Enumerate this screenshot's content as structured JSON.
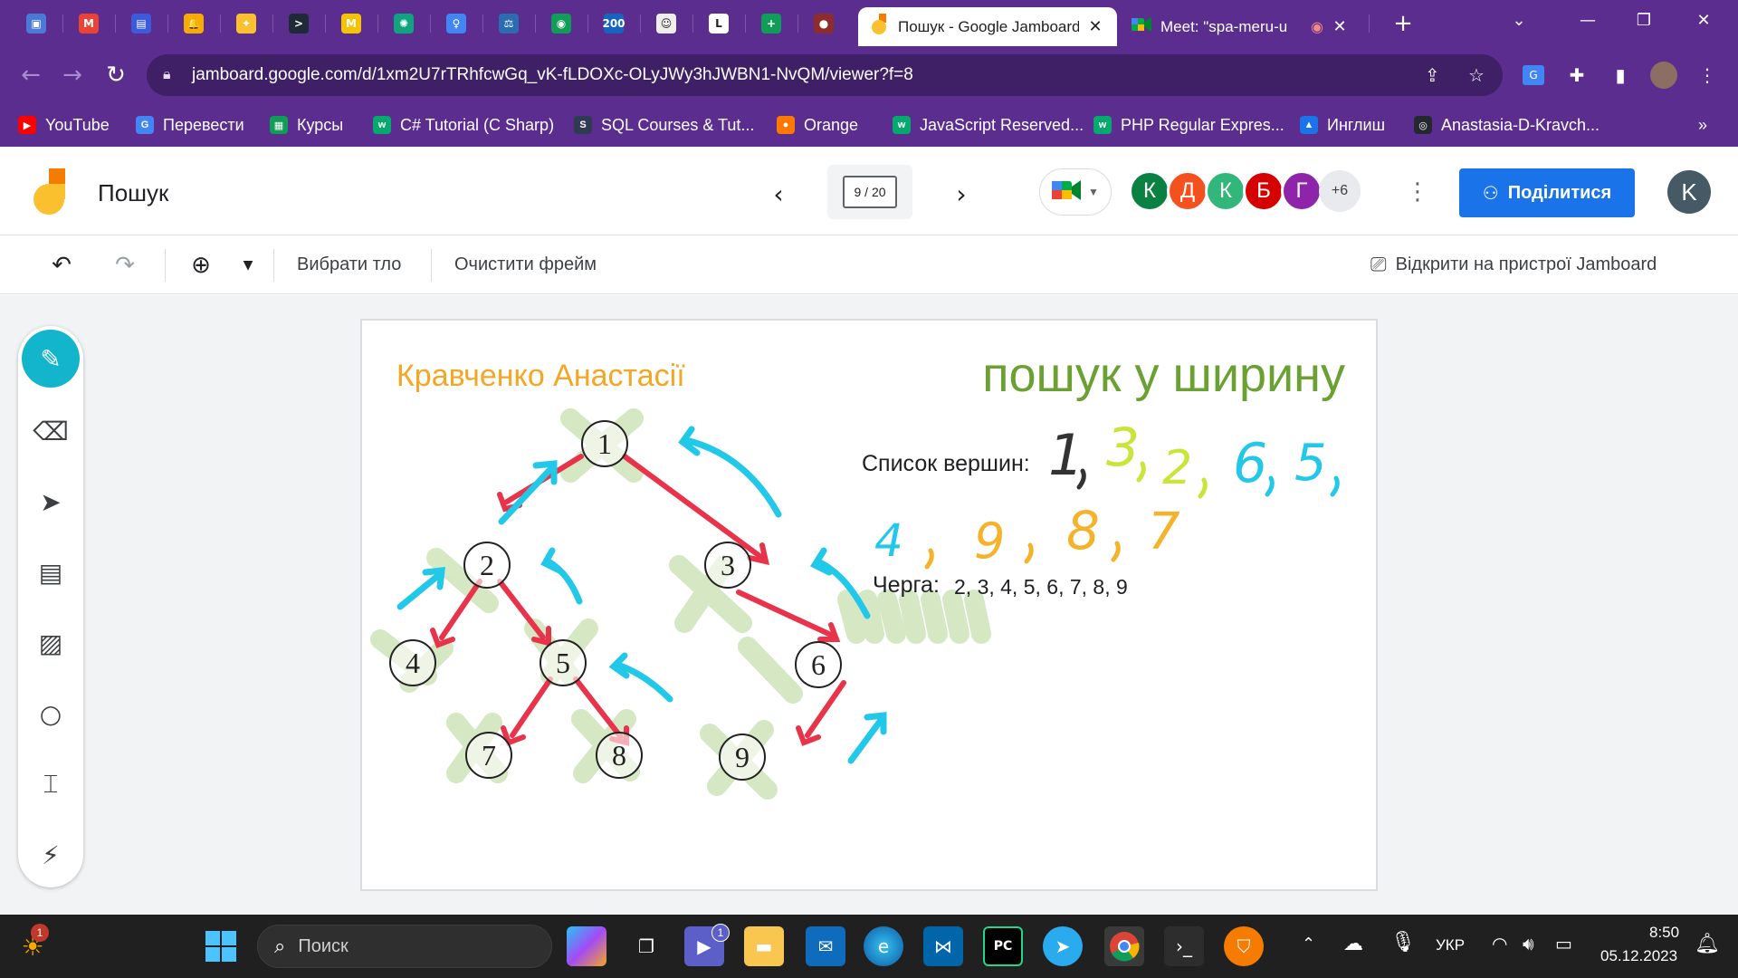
{
  "browser": {
    "pinned_tabs": [
      {
        "icon": "tab-icon-1",
        "color": "#4a7ad6",
        "glyph": "▣"
      },
      {
        "icon": "gmail-icon",
        "color": "#ea4335",
        "glyph": "M"
      },
      {
        "icon": "tab-icon-3",
        "color": "#3b5bdb",
        "glyph": "▤"
      },
      {
        "icon": "bell-icon",
        "color": "#f9ab00",
        "glyph": "🔔"
      },
      {
        "icon": "bulb-icon",
        "color": "#fbc02d",
        "glyph": "✦"
      },
      {
        "icon": "terminal-tab-icon",
        "color": "#1e2a38",
        "glyph": ">"
      },
      {
        "icon": "tab-icon-7",
        "color": "#f5c400",
        "glyph": "M"
      },
      {
        "icon": "chatgpt-icon",
        "color": "#10a37f",
        "glyph": "✺"
      },
      {
        "icon": "lightbulb-icon",
        "color": "#4285f4",
        "glyph": "♀"
      },
      {
        "icon": "scales-icon",
        "color": "#2b6cb0",
        "glyph": "⚖"
      },
      {
        "icon": "tab-icon-11",
        "color": "#0f9d58",
        "glyph": "◉"
      },
      {
        "icon": "tab-icon-12",
        "color": "#1565c0",
        "glyph": "200"
      },
      {
        "icon": "face-icon",
        "color": "#eeeeee",
        "glyph": "☺"
      },
      {
        "icon": "tab-icon-14",
        "color": "#ffffff",
        "glyph": "L"
      },
      {
        "icon": "plus-square-icon",
        "color": "#0f9d58",
        "glyph": "+"
      },
      {
        "icon": "avatar-tab-icon",
        "color": "#8e2c2c",
        "glyph": "●"
      }
    ],
    "tabs": [
      {
        "title": "Пошук - Google Jamboard",
        "active": true
      },
      {
        "title": "Meet: \"spa-meru-u",
        "active": false
      }
    ],
    "url": "jamboard.google.com/d/1xm2U7rTRhfcwGq_vK-fLDOXc-OLyJWy3hJWBN1-NvQM/viewer?f=8",
    "bookmarks": [
      {
        "label": "YouTube",
        "color": "#ff0000",
        "glyph": "▶"
      },
      {
        "label": "Перевести",
        "color": "#4285f4",
        "glyph": "G"
      },
      {
        "label": "Курсы",
        "color": "#0f9d58",
        "glyph": "▦"
      },
      {
        "label": "C# Tutorial (C Sharp)",
        "color": "#04aa6d",
        "glyph": "w"
      },
      {
        "label": "SQL Courses & Tut...",
        "color": "#2f3b52",
        "glyph": "S"
      },
      {
        "label": "Orange",
        "color": "#ff7900",
        "glyph": "●"
      },
      {
        "label": "JavaScript Reserved...",
        "color": "#04aa6d",
        "glyph": "w"
      },
      {
        "label": "PHP Regular Expres...",
        "color": "#04aa6d",
        "glyph": "w"
      },
      {
        "label": "Инглиш",
        "color": "#1a73e8",
        "glyph": "▲"
      },
      {
        "label": "Anastasia-D-Kravch...",
        "color": "#24292f",
        "glyph": "◎"
      }
    ],
    "bookmarks_more": "»"
  },
  "jamboard": {
    "title": "Пошук",
    "frame_counter": "9 / 20",
    "collaborators": [
      {
        "initial": "К",
        "color": "#0b8043"
      },
      {
        "initial": "Д",
        "color": "#f4511e"
      },
      {
        "initial": "К",
        "color": "#33b679"
      },
      {
        "initial": "Б",
        "color": "#d50000"
      },
      {
        "initial": "Г",
        "color": "#8e24aa"
      }
    ],
    "more_collaborators": "+6",
    "share_label": "Поділитися",
    "user_initial": "K",
    "toolbar": {
      "background_label": "Вибрати тло",
      "clear_label": "Очистити фрейм",
      "open_device_label": "Відкрити на пристрої Jamboard"
    }
  },
  "board": {
    "author": "Кравченко Анастасії",
    "heading": "пошук у ширину",
    "vertices_label": "Список вершин:",
    "vertices_written": [
      "1",
      "3",
      "2",
      "6",
      "5",
      "4",
      "9",
      "8",
      "7"
    ],
    "queue_label": "Черга:",
    "queue_values": "2, 3, 4, 5, 6, 7, 8, 9",
    "nodes": [
      "1",
      "2",
      "3",
      "4",
      "5",
      "6",
      "7",
      "8",
      "9"
    ],
    "colors": {
      "author": "#f5a623",
      "heading": "#6aa132",
      "edges": "#e8334a",
      "arrows": "#22c8e8",
      "highlight": "#c8e0b0"
    }
  },
  "taskbar": {
    "search_placeholder": "Поиск",
    "language": "УКР",
    "time": "8:50",
    "date": "05.12.2023",
    "weather_badge": "1",
    "teams_badge": "1",
    "apps": [
      {
        "icon": "windows-start-icon"
      },
      {
        "icon": "copilot-icon"
      },
      {
        "icon": "task-view-icon"
      },
      {
        "icon": "teams-icon"
      },
      {
        "icon": "file-explorer-icon"
      },
      {
        "icon": "mail-icon"
      },
      {
        "icon": "edge-icon"
      },
      {
        "icon": "vscode-icon"
      },
      {
        "icon": "pycharm-icon"
      },
      {
        "icon": "telegram-icon"
      },
      {
        "icon": "chrome-icon"
      },
      {
        "icon": "terminal-icon"
      },
      {
        "icon": "vpn-icon"
      }
    ]
  }
}
